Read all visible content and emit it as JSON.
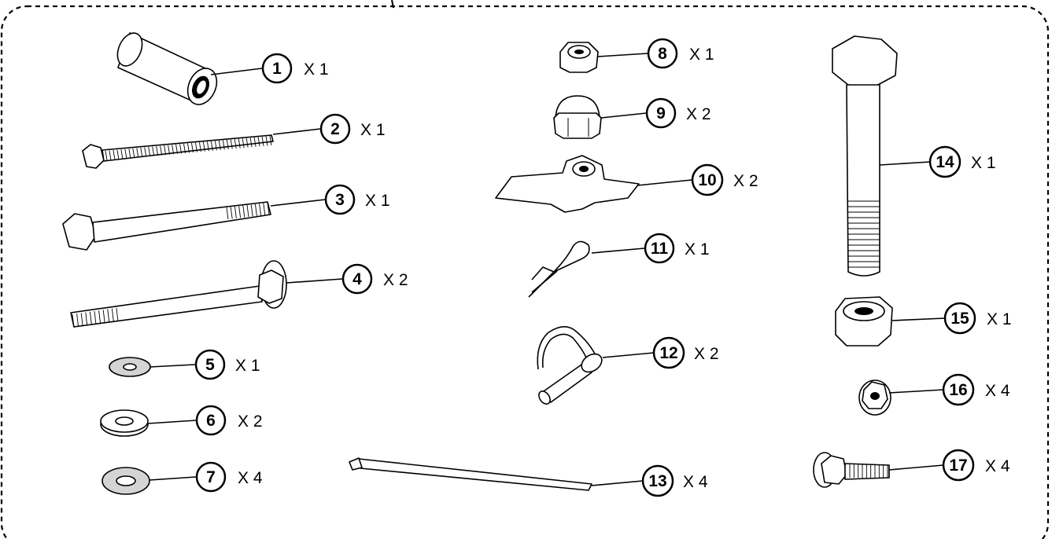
{
  "parts": [
    {
      "id": "1",
      "label": "1",
      "qty": "X 1"
    },
    {
      "id": "2",
      "label": "2",
      "qty": "X 1"
    },
    {
      "id": "3",
      "label": "3",
      "qty": "X 1"
    },
    {
      "id": "4",
      "label": "4",
      "qty": "X 2"
    },
    {
      "id": "5",
      "label": "5",
      "qty": "X 1"
    },
    {
      "id": "6",
      "label": "6",
      "qty": "X 2"
    },
    {
      "id": "7",
      "label": "7",
      "qty": "X 4"
    },
    {
      "id": "8",
      "label": "8",
      "qty": "X 1"
    },
    {
      "id": "9",
      "label": "9",
      "qty": "X 2"
    },
    {
      "id": "10",
      "label": "10",
      "qty": "X 2"
    },
    {
      "id": "11",
      "label": "11",
      "qty": "X 1"
    },
    {
      "id": "12",
      "label": "12",
      "qty": "X 2"
    },
    {
      "id": "13",
      "label": "13",
      "qty": "X 4"
    },
    {
      "id": "14",
      "label": "14",
      "qty": "X 1"
    },
    {
      "id": "15",
      "label": "15",
      "qty": "X 1"
    },
    {
      "id": "16",
      "label": "16",
      "qty": "X 4"
    },
    {
      "id": "17",
      "label": "17",
      "qty": "X 4"
    }
  ]
}
